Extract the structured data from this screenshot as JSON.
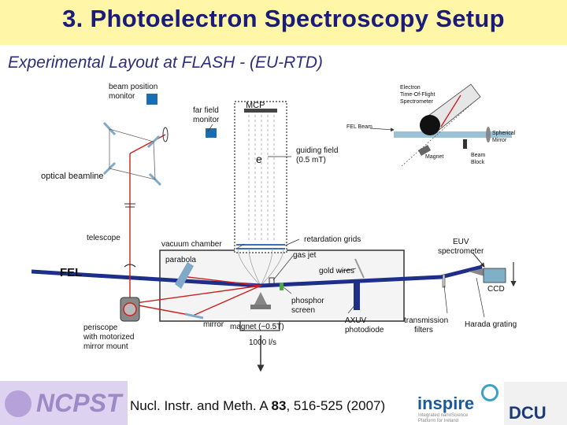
{
  "header": {
    "title": "3. Photoelectron Spectroscopy Setup",
    "subtitle": "Experimental Layout at FLASH - (EU-RTD)"
  },
  "diagram": {
    "labels": {
      "beam_position_monitor_1": "beam position",
      "beam_position_monitor_2": "monitor",
      "far_field_monitor_1": "far field",
      "far_field_monitor_2": "monitor",
      "mcp": "MCP",
      "electron": "e",
      "guiding_field_1": "guiding field",
      "guiding_field_2": "(0.5 mT)",
      "optical_beamline": "optical beamline",
      "telescope": "telescope",
      "vacuum_chamber": "vacuum chamber",
      "retardation_grids": "retardation grids",
      "euv_spectrometer_1": "EUV",
      "euv_spectrometer_2": "spectrometer",
      "fel": "FEL",
      "parabola": "parabola",
      "gas_jet": "gas jet",
      "gold_wires": "gold wires",
      "ccd": "CCD",
      "phosphor_1": "phosphor",
      "phosphor_2": "screen",
      "periscope_1": "periscope",
      "periscope_2": "with motorized",
      "periscope_3": "mirror mount",
      "mirror": "mirror",
      "magnet": "magnet (~0.5T)",
      "axuv_1": "AXUV",
      "axuv_2": "photodiode",
      "transmission_1": "transmission",
      "transmission_2": "filters",
      "harada": "Harada grating",
      "pump": "1000 l/s"
    },
    "inset": {
      "tof_1": "Electron",
      "tof_2": "Time-Of-Flight",
      "tof_3": "Spectrometer",
      "fel_beam": "FEL Beam",
      "spherical_1": "Spherical",
      "spherical_2": "Mirror",
      "magnet": "Magnet",
      "beam_block_1": "Beam",
      "beam_block_2": "Block"
    }
  },
  "footer": {
    "ncpst": "NCPST",
    "citation_pre": "Nucl. Instr. and Meth. A ",
    "citation_vol": "83",
    "citation_post": ", 516-525 (2007)",
    "inspire": "inspire",
    "inspire_sub": "Integrated nanoScience Platform for Ireland",
    "dcu": "DCU"
  },
  "colors": {
    "title_bar": "#fff6a8",
    "title_text": "#1b1b7a",
    "laser": "#cc2020",
    "fel_beam": "#1e2f8a",
    "chamber_fill": "#f4f4f4",
    "mirror": "#7fa8c9"
  }
}
